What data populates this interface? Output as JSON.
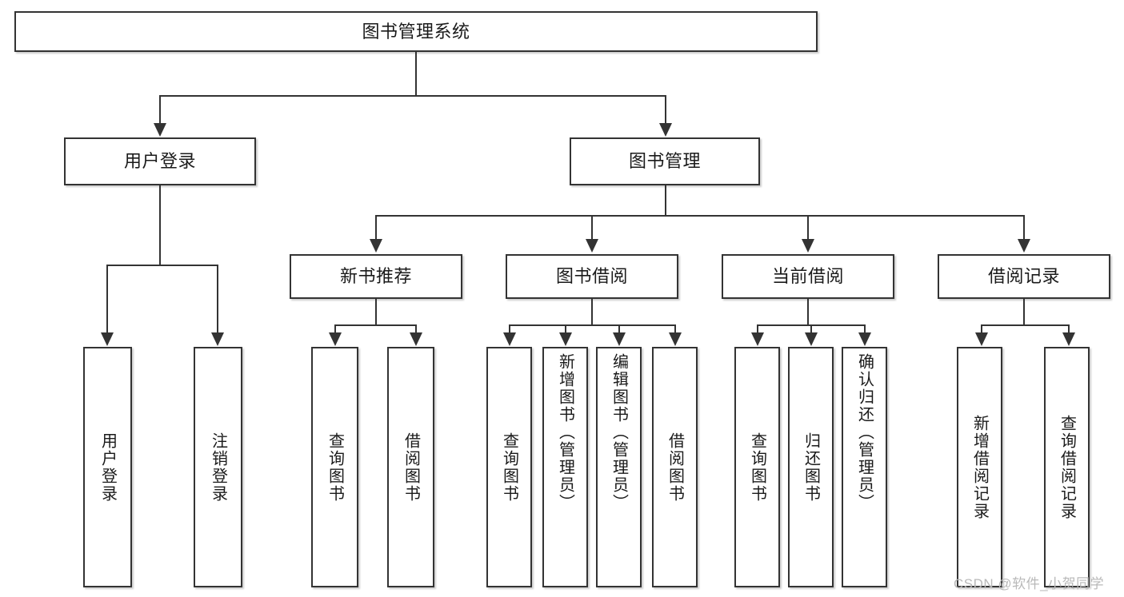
{
  "diagram": {
    "title": "图书管理系统",
    "root": {
      "label": "图书管理系统"
    },
    "level2": [
      {
        "label": "用户登录"
      },
      {
        "label": "图书管理"
      }
    ],
    "level3": [
      {
        "label": "新书推荐"
      },
      {
        "label": "图书借阅"
      },
      {
        "label": "当前借阅"
      },
      {
        "label": "借阅记录"
      }
    ],
    "leaves": {
      "user_login": [
        {
          "label": "用户登录"
        },
        {
          "label": "注销登录"
        }
      ],
      "new_book_recommend": [
        {
          "label": "查询图书"
        },
        {
          "label": "借阅图书"
        }
      ],
      "book_borrow": [
        {
          "label": "查询图书"
        },
        {
          "label": "新增图书（管理员）"
        },
        {
          "label": "编辑图书（管理员）"
        },
        {
          "label": "借阅图书"
        }
      ],
      "current_borrow": [
        {
          "label": "查询图书"
        },
        {
          "label": "归还图书"
        },
        {
          "label": "确认归还（管理员）"
        }
      ],
      "borrow_record": [
        {
          "label": "新增借阅记录"
        },
        {
          "label": "查询借阅记录"
        }
      ]
    }
  },
  "watermark": {
    "text": "CSDN @软件_小贺同学"
  },
  "colors": {
    "border": "#333333",
    "background": "#ffffff",
    "text": "#1a1a1a",
    "watermark": "#b9b9b9"
  }
}
